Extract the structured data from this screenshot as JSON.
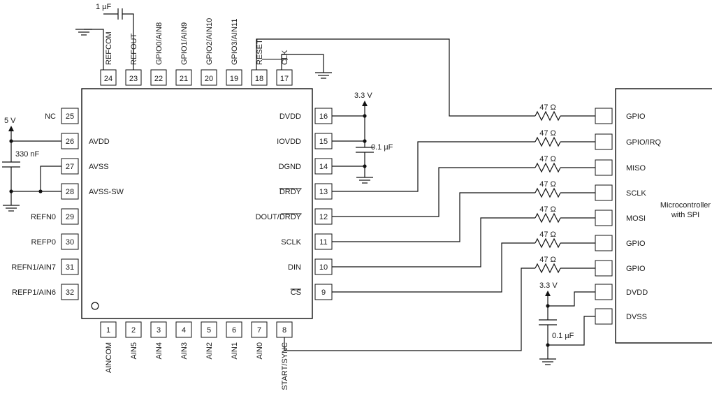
{
  "adc": {
    "top_pins": [
      {
        "num": "24",
        "label": "REFCOM"
      },
      {
        "num": "23",
        "label": "REFOUT"
      },
      {
        "num": "22",
        "label": "GPIO0/AIN8"
      },
      {
        "num": "21",
        "label": "GPIO1/AIN9"
      },
      {
        "num": "20",
        "label": "GPIO2/AIN10"
      },
      {
        "num": "19",
        "label": "GPIO3/AIN11"
      },
      {
        "num": "18",
        "label": "RESET"
      },
      {
        "num": "17",
        "label": "CLK"
      }
    ],
    "bottom_pins": [
      {
        "num": "1",
        "label": "AINCOM"
      },
      {
        "num": "2",
        "label": "AIN5"
      },
      {
        "num": "3",
        "label": "AIN4"
      },
      {
        "num": "4",
        "label": "AIN3"
      },
      {
        "num": "5",
        "label": "AIN2"
      },
      {
        "num": "6",
        "label": "AIN1"
      },
      {
        "num": "7",
        "label": "AIN0"
      },
      {
        "num": "8",
        "label": "START/SYNC"
      }
    ],
    "left_pins": [
      {
        "num": "25",
        "ext": "NC",
        "int": ""
      },
      {
        "num": "26",
        "ext": "",
        "int": "AVDD"
      },
      {
        "num": "27",
        "ext": "",
        "int": "AVSS"
      },
      {
        "num": "28",
        "ext": "",
        "int": "AVSS-SW"
      },
      {
        "num": "29",
        "ext": "REFN0",
        "int": ""
      },
      {
        "num": "30",
        "ext": "REFP0",
        "int": ""
      },
      {
        "num": "31",
        "ext": "REFN1/AIN7",
        "int": ""
      },
      {
        "num": "32",
        "ext": "REFP1/AIN6",
        "int": ""
      }
    ],
    "right_pins": [
      {
        "num": "16",
        "label": "DVDD"
      },
      {
        "num": "15",
        "label": "IOVDD"
      },
      {
        "num": "14",
        "label": "DGND"
      },
      {
        "num": "13",
        "label": "DRDY"
      },
      {
        "num": "12",
        "label": "DOUT/DRDY"
      },
      {
        "num": "11",
        "label": "SCLK"
      },
      {
        "num": "10",
        "label": "DIN"
      },
      {
        "num": "9",
        "label": "CS"
      }
    ]
  },
  "mcu": {
    "title_line1": "Microcontroller",
    "title_line2": "with SPI",
    "pins": [
      "GPIO",
      "GPIO/IRQ",
      "MISO",
      "SCLK",
      "MOSI",
      "GPIO",
      "GPIO",
      "DVDD",
      "DVSS"
    ]
  },
  "resistor_value": "47 Ω",
  "cap_refout": "1 µF",
  "cap_avdd": "330 nF",
  "cap_dvdd": "0.1 µF",
  "cap_mcu": "0.1 µF",
  "supply_5v": "5 V",
  "supply_dvdd": "3.3 V",
  "supply_mcu": "3.3 V"
}
